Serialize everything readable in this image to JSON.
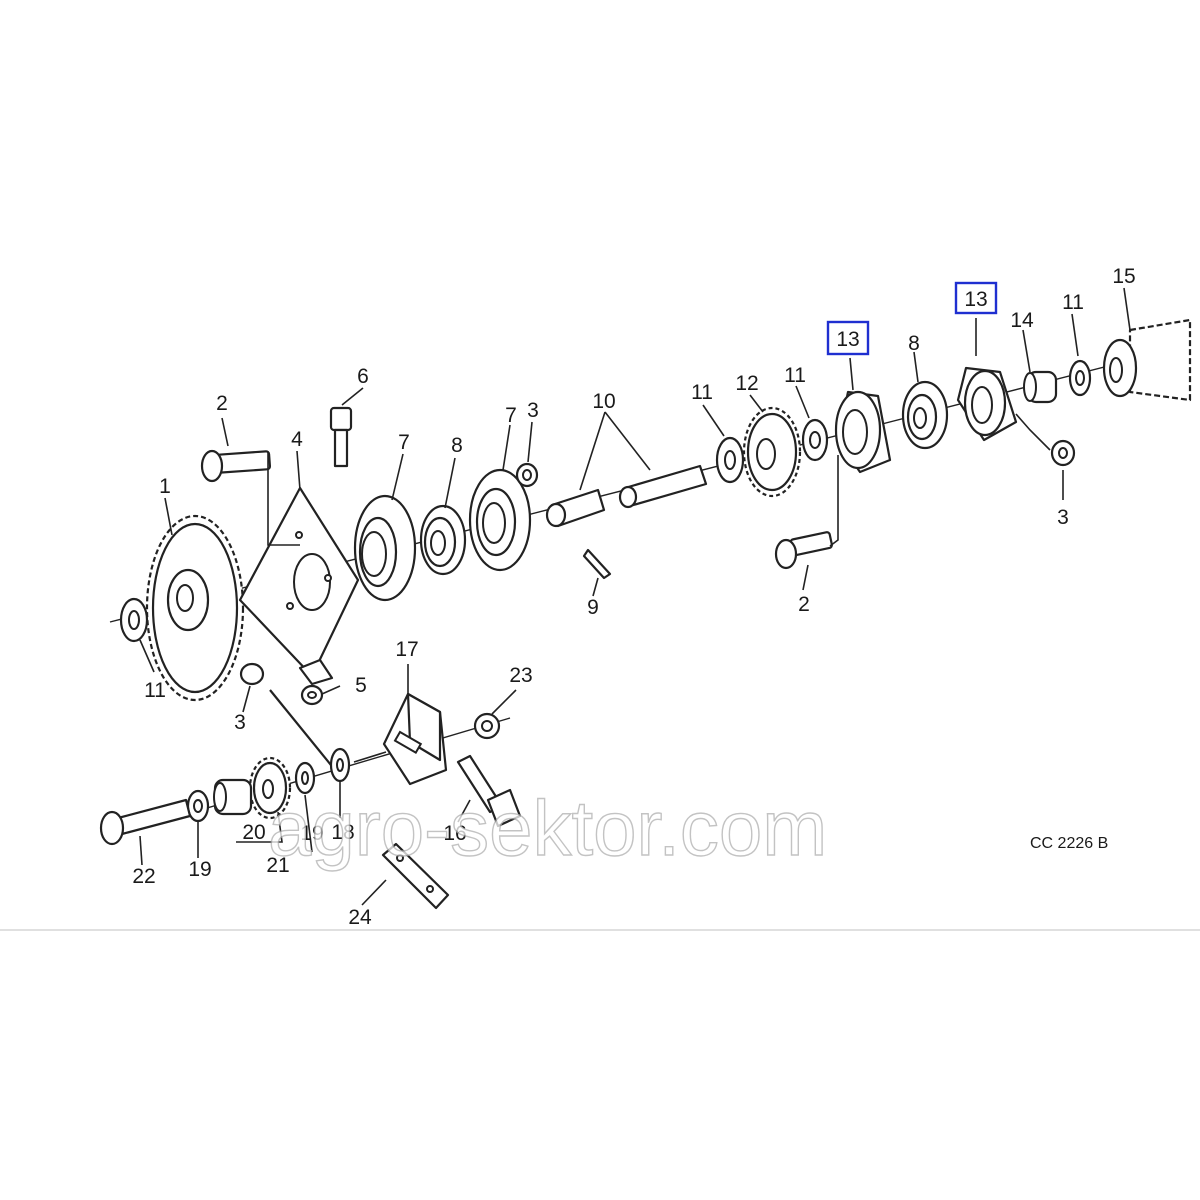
{
  "diagram": {
    "drawing_code": "CC 2226 B",
    "watermark": "agro-sektor.com",
    "highlight_color": "#1f2fd0",
    "callouts": {
      "c1": "1",
      "c2a": "2",
      "c2b": "2",
      "c3a": "3",
      "c3b": "3",
      "c3c": "3",
      "c4": "4",
      "c5": "5",
      "c6": "6",
      "c7a": "7",
      "c7b": "7",
      "c8a": "8",
      "c8b": "8",
      "c9": "9",
      "c10": "10",
      "c11a": "11",
      "c11b": "11",
      "c11c": "11",
      "c11d": "11",
      "c12": "12",
      "c13a": "13",
      "c13b": "13",
      "c14": "14",
      "c15": "15",
      "c16": "16",
      "c17": "17",
      "c18": "18",
      "c19a": "19",
      "c19b": "19",
      "c20": "20",
      "c21": "21",
      "c22": "22",
      "c23": "23",
      "c24": "24"
    }
  }
}
